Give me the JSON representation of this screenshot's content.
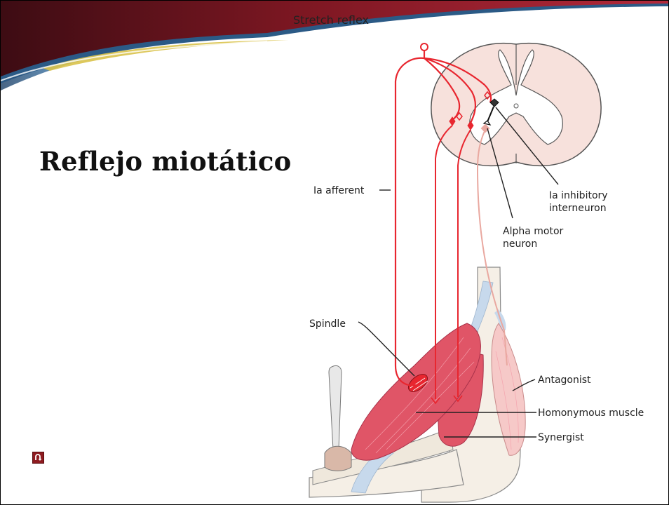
{
  "slide": {
    "title": "Reflejo miotático",
    "nav_icon": "return-arrow-icon"
  },
  "figure": {
    "title": "Stretch reflex",
    "labels": {
      "ia_afferent": "Ia afferent",
      "ia_inhibitory_1": "Ia inhibitory",
      "ia_inhibitory_2": "interneuron",
      "alpha_motor_1": "Alpha motor",
      "alpha_motor_2": "neuron",
      "spindle": "Spindle",
      "antagonist": "Antagonist",
      "homonymous": "Homonymous muscle",
      "synergist": "Synergist"
    }
  },
  "colors": {
    "banner_dark": "#4a0f17",
    "banner_red": "#9b1e2c",
    "banner_blue": "#2a5f8f",
    "neuron_red": "#e8262f",
    "neuron_pink": "#e9a8a0",
    "muscle_red": "#e05567",
    "muscle_pink": "#f6c9c8",
    "bone": "#f5efe6",
    "tendon": "#c7d9ec",
    "cord_fill": "#f7e1dc"
  }
}
